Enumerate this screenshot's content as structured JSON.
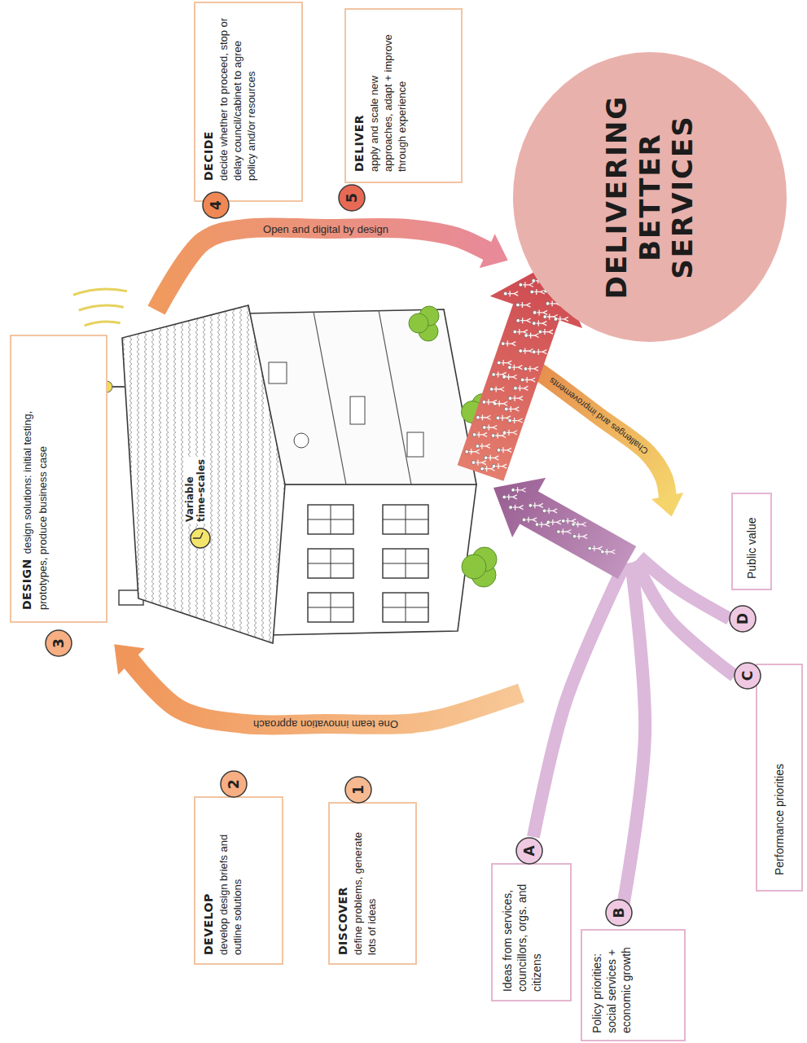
{
  "diagram": {
    "nodes": [
      {
        "text": [
          "1"
        ]
      },
      {
        "text": [
          "DISCOVER",
          "define problems, generate lots of ideas"
        ]
      },
      {
        "text": [
          "2"
        ]
      },
      {
        "text": [
          "DEVELOP",
          "develop design briefs and outline solutions"
        ]
      },
      {
        "text": [
          "3"
        ]
      },
      {
        "text": [
          "DESIGN",
          "design solutions: initial testing, prototypes, produce business case"
        ]
      },
      {
        "text": [
          "4"
        ]
      },
      {
        "text": [
          "DECIDE",
          "decide whether to proceed, stop or delay council/cabinet to agree policy and/or resources"
        ]
      },
      {
        "text": [
          "5"
        ]
      },
      {
        "text": [
          "DELIVER",
          "apply and scale new approaches, adapt + improve through experience"
        ]
      },
      {
        "text": [
          "DELIVERING BETTER SERVICES"
        ]
      },
      {
        "text": [
          "A"
        ]
      },
      {
        "text": [
          "Ideas from services, councillors, orgs. and citizens"
        ]
      },
      {
        "text": [
          "B"
        ]
      },
      {
        "text": [
          "Policy priorities: social services + economic growth"
        ]
      },
      {
        "text": [
          "C"
        ]
      },
      {
        "text": [
          "Performance priorities"
        ]
      },
      {
        "text": [
          "D"
        ]
      },
      {
        "text": [
          "Public value"
        ]
      }
    ],
    "labels": [
      "One team innovation approach",
      "Variable time-scales",
      "Open and digital by design",
      "Challenges and improvements"
    ]
  }
}
